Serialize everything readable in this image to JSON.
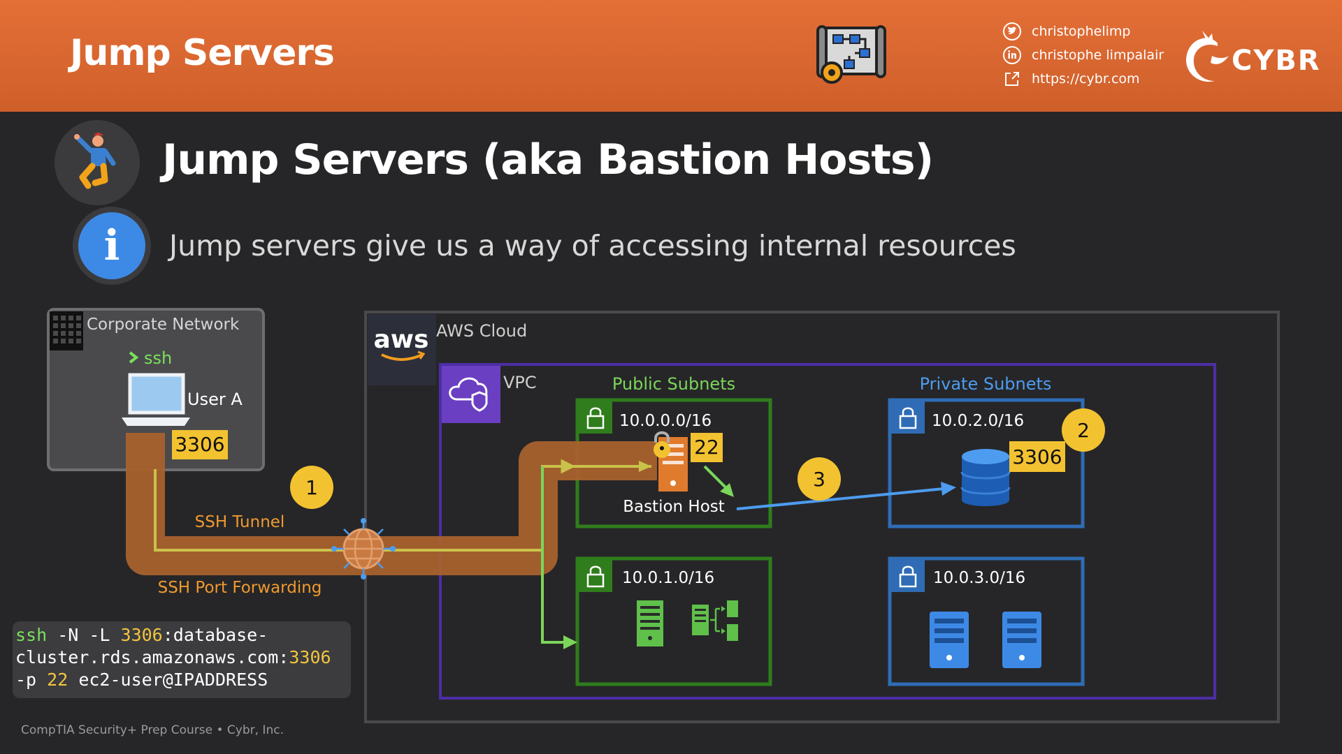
{
  "header": {
    "title": "Jump Servers",
    "social": [
      {
        "icon": "twitter-icon",
        "label": "christophelimp"
      },
      {
        "icon": "linkedin-icon",
        "label": "christophe limpalair"
      },
      {
        "icon": "external-link-icon",
        "label": "https://cybr.com"
      }
    ],
    "logo_text": "CYBR"
  },
  "main_title": "Jump Servers (aka Bastion Hosts)",
  "subtitle": "Jump servers give us a way of accessing internal resources",
  "diagram": {
    "corporate_network": {
      "label": "Corporate Network",
      "ssh_label": "ssh",
      "user_label": "User A",
      "port_label": "3306"
    },
    "aws_cloud_label": "AWS Cloud",
    "aws_logo_text": "aws",
    "vpc_label": "VPC",
    "public_subnets_label": "Public Subnets",
    "private_subnets_label": "Private Subnets",
    "subnets": {
      "public_a": "10.0.0.0/16",
      "public_b": "10.0.1.0/16",
      "private_a": "10.0.2.0/16",
      "private_b": "10.0.3.0/16"
    },
    "bastion": {
      "label": "Bastion Host",
      "port_label": "22"
    },
    "database": {
      "port_label": "3306"
    },
    "ssh_tunnel_label": "SSH Tunnel",
    "ssh_port_forwarding_label": "SSH Port Forwarding",
    "steps": [
      "1",
      "2",
      "3"
    ],
    "colors": {
      "tunnel": "#a8612d",
      "tunnel_line": "#c9c24a",
      "vpc": "#4c2ea6",
      "public_subnet": "#2f7d1c",
      "private_subnet": "#2f6cb5",
      "step_badge": "#f3c231",
      "port_badge": "#f3c231",
      "public_label": "#7bd65a",
      "private_label": "#4d9cf0",
      "orange_label": "#f09a2e",
      "arrow_green": "#7bd65a",
      "arrow_blue": "#4d9cf0"
    }
  },
  "code": {
    "segments": [
      {
        "text": "ssh",
        "color": "green"
      },
      {
        "text": " -N -L ",
        "color": "white"
      },
      {
        "text": "3306",
        "color": "yellow"
      },
      {
        "text": ":database-\ncluster.rds.amazonaws.com:",
        "color": "white"
      },
      {
        "text": "3306",
        "color": "yellow"
      },
      {
        "text": "\n-p ",
        "color": "white"
      },
      {
        "text": "22",
        "color": "yellow"
      },
      {
        "text": " ec2-user@IPADDRESS",
        "color": "white"
      }
    ]
  },
  "footer": "CompTIA Security+ Prep Course • Cybr, Inc."
}
